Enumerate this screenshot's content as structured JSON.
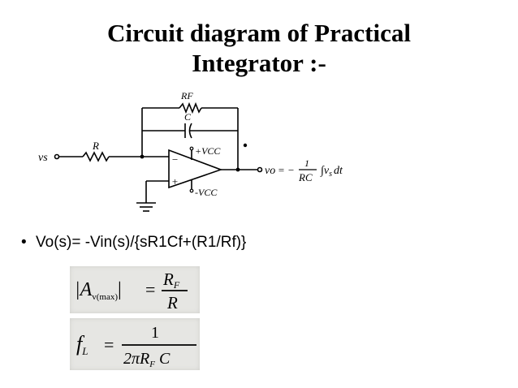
{
  "title": {
    "line1": "Circuit diagram of Practical",
    "line2": "Integrator :-"
  },
  "circuit": {
    "input_label": "vs",
    "r_label": "R",
    "rf_label": "RF",
    "c_label": "C",
    "vcc_pos": "+VCC",
    "vcc_neg": "-VCC",
    "minus_sign": "−",
    "plus_sign": "+",
    "output_label": "vo",
    "output_eq": "= −",
    "frac_num": "1",
    "frac_den": "RC",
    "integral": "∫v",
    "integral_sub": "s",
    "integral_tail": "dt"
  },
  "bullet": {
    "marker": "•",
    "text": "Vo(s)= -Vin(s)/{sR1Cf+(R1/Rf)}"
  },
  "formulas": {
    "gain": {
      "lhs": "|A",
      "lhs_sub": "v(max)",
      "lhs_close": "|",
      "equals": "=",
      "num": "R",
      "num_sub": "F",
      "den": "R"
    },
    "freq": {
      "lhs": "f",
      "lhs_sub": "L",
      "equals": "=",
      "num": "1",
      "den": "2πR",
      "den_sub": "F",
      "den_tail": " C"
    }
  }
}
